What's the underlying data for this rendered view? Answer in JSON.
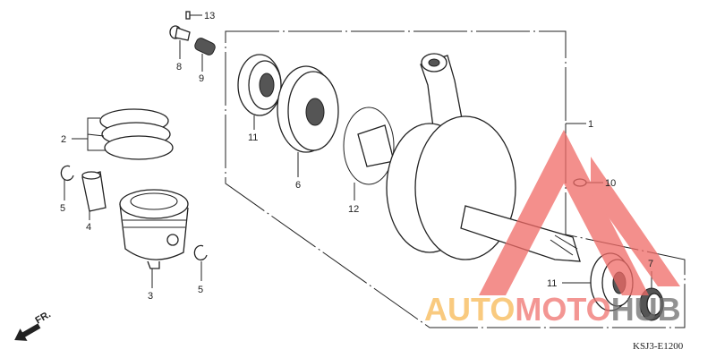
{
  "labels": {
    "p13": "13",
    "p8": "8",
    "p9": "9",
    "p2": "2",
    "p5a": "5",
    "p4": "4",
    "p3": "3",
    "p5b": "5",
    "p11a": "11",
    "p6": "6",
    "p12": "12",
    "p1": "1",
    "p10": "10",
    "p7": "7",
    "p11b": "11"
  },
  "direction_marker": "FR.",
  "diagram_code": "KSJ3-E1200",
  "watermark": {
    "text_part1": "AUTO",
    "text_part2": "MOTO",
    "text_part3": "HUB",
    "colors": {
      "auto": "#f7b955",
      "moto": "#f0736f",
      "hub": "#6e6e6e",
      "triangle": "#f06a66"
    }
  }
}
